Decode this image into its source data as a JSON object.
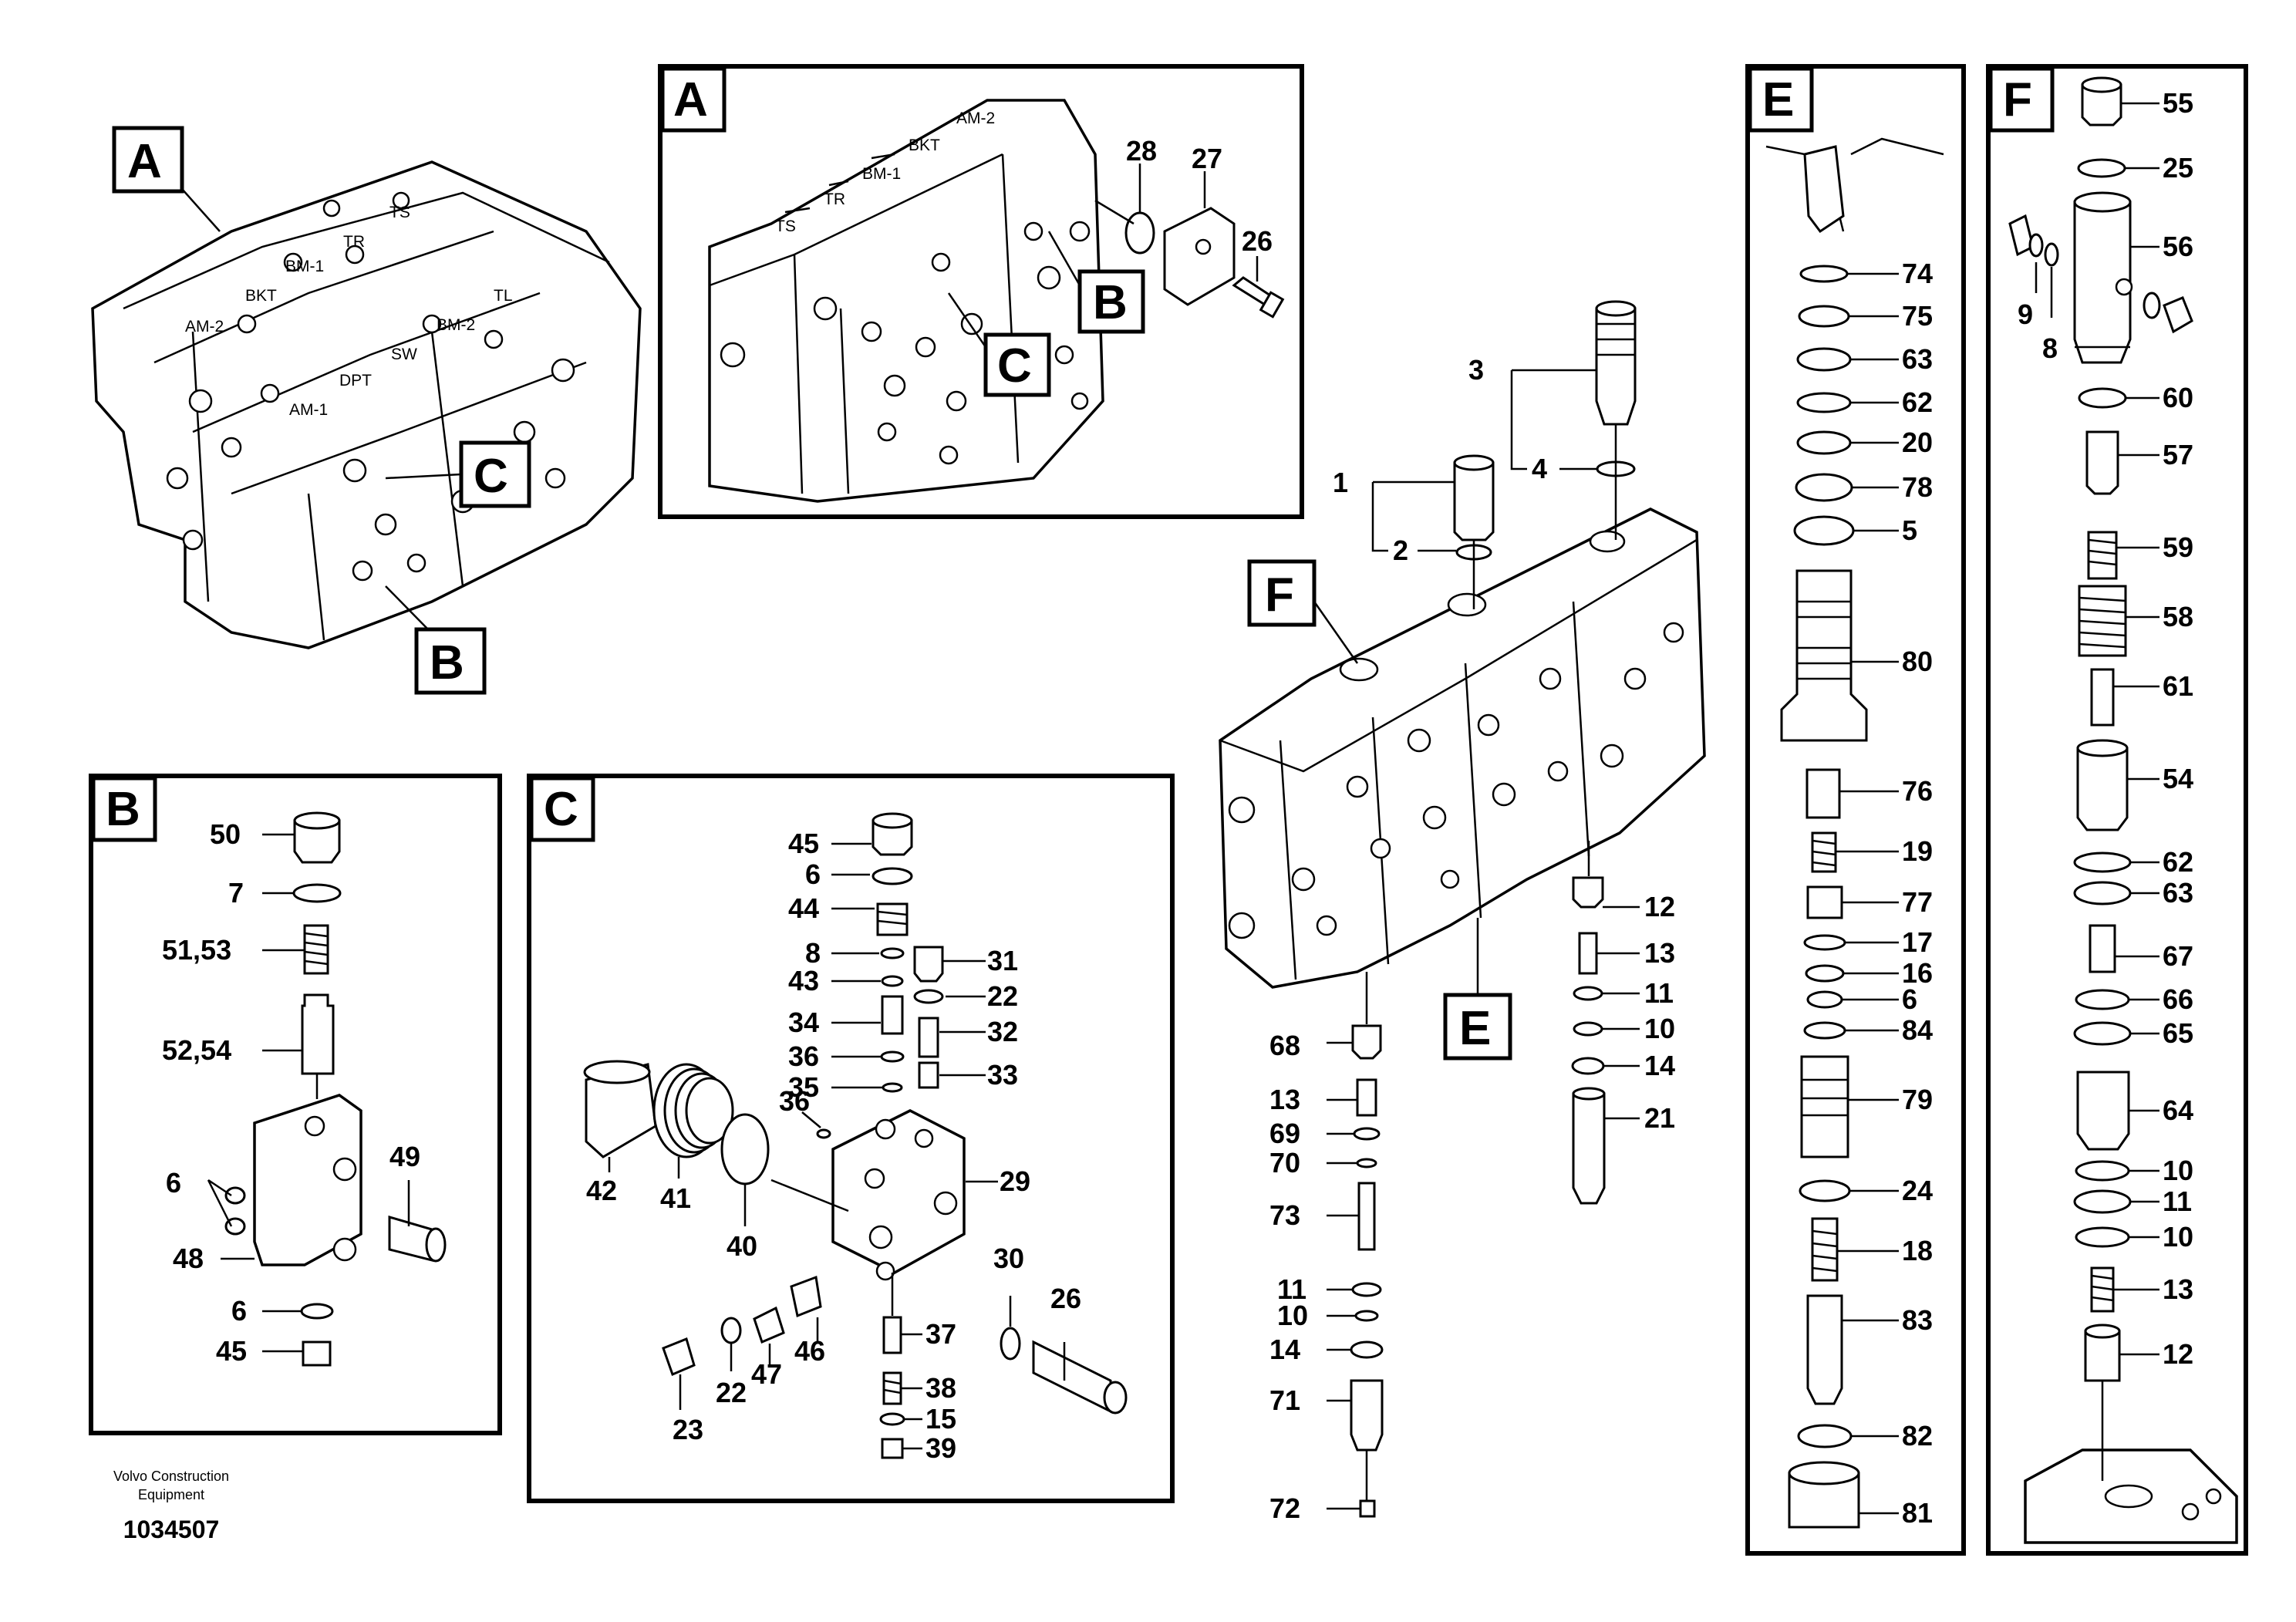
{
  "panels": {
    "A": "A",
    "B": "B",
    "C": "C",
    "E": "E",
    "F": "F"
  },
  "overview": {
    "callouts": [
      "A",
      "B",
      "C"
    ],
    "labels": [
      "TR",
      "TS",
      "BM-1",
      "BKT",
      "AM-2",
      "TL",
      "BM-2",
      "SW",
      "DPT",
      "AM-1"
    ]
  },
  "panel_a": {
    "labels": [
      "AM-2",
      "BKT",
      "BM-1",
      "TR",
      "TS"
    ],
    "callouts": [
      "B",
      "C"
    ],
    "parts": [
      "28",
      "27",
      "26"
    ]
  },
  "panel_b": {
    "parts": [
      "50",
      "7",
      "51,53",
      "52,54",
      "49",
      "6",
      "48",
      "6",
      "45"
    ]
  },
  "panel_c": {
    "parts": [
      "45",
      "6",
      "44",
      "8",
      "43",
      "34",
      "36",
      "35",
      "31",
      "22",
      "32",
      "33",
      "36",
      "29",
      "42",
      "41",
      "40",
      "26",
      "30",
      "46",
      "47",
      "22",
      "23",
      "37",
      "38",
      "15",
      "39"
    ]
  },
  "center": {
    "callouts": [
      "F",
      "E"
    ],
    "parts": [
      "3",
      "4",
      "1",
      "2",
      "12",
      "13",
      "11",
      "10",
      "14",
      "21",
      "68",
      "13",
      "69",
      "70",
      "73",
      "11",
      "10",
      "14",
      "71",
      "72"
    ]
  },
  "panel_e": {
    "parts": [
      "74",
      "75",
      "63",
      "62",
      "20",
      "78",
      "5",
      "80",
      "76",
      "19",
      "77",
      "17",
      "16",
      "6",
      "84",
      "79",
      "24",
      "18",
      "83",
      "82",
      "81"
    ]
  },
  "panel_f": {
    "parts": [
      "55",
      "25",
      "56",
      "9",
      "8",
      "60",
      "57",
      "59",
      "58",
      "61",
      "54",
      "62",
      "63",
      "67",
      "66",
      "65",
      "64",
      "10",
      "11",
      "10",
      "13",
      "12"
    ]
  },
  "footer": {
    "brand_line1": "Volvo Construction",
    "brand_line2": "Equipment",
    "doc_number": "1034507"
  }
}
